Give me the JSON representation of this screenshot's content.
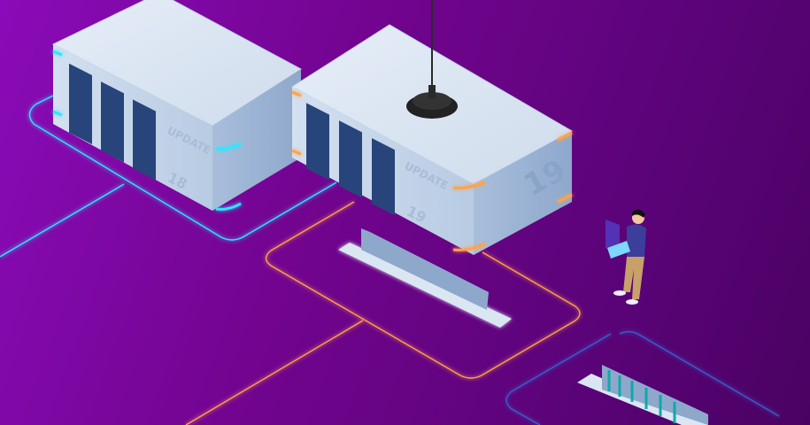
{
  "scene": {
    "description": "Isometric illustration of server update modules with a person holding a laptop",
    "colors": {
      "background_start": "#8a0bb8",
      "background_end": "#4a0262",
      "cyan_accent": "#2ee6ff",
      "orange_accent": "#ffa24a",
      "blue_outline": "#3a5fc8",
      "server_body": "#dbe6f3",
      "server_side": "#9fb6d6"
    }
  },
  "servers": [
    {
      "label": "UPDATE",
      "version": "18",
      "accent": "cyan"
    },
    {
      "label": "UPDATE",
      "version": "19",
      "side_number": "19",
      "accent": "orange",
      "has_antenna": true
    }
  ],
  "person": {
    "holding": "laptop"
  }
}
